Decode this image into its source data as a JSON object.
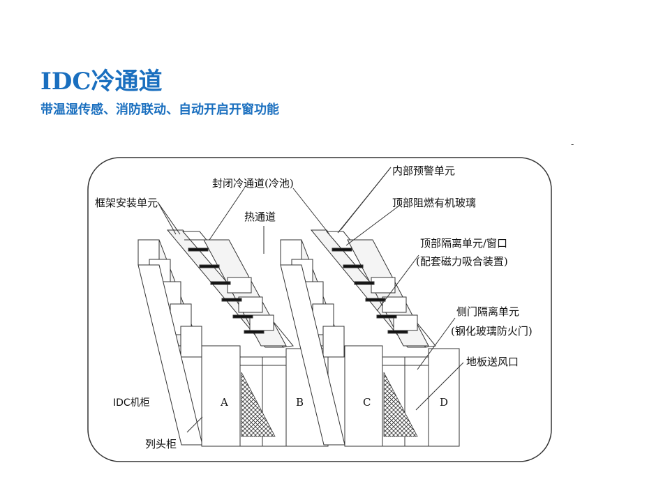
{
  "header": {
    "title": "IDC冷通道",
    "subtitle": "带温湿传感、消防联动、自动开启开窗功能",
    "marker": "-"
  },
  "diagram": {
    "labels": {
      "frame_unit": "框架安装单元",
      "sealed_cold_aisle": "封闭冷通道(冷池)",
      "hot_aisle": "热通道",
      "inner_alarm": "内部预警单元",
      "top_glass": "顶部阻燃有机玻璃",
      "top_isolation_1": "顶部隔离单元/窗口",
      "top_isolation_2": "(配套磁力吸合装置)",
      "side_door_1": "侧门隔离单元",
      "side_door_2": "(钢化玻璃防火门)",
      "floor_vent": "地板送风口",
      "idc_cabinet": "IDC机柜",
      "end_cabinet": "列头柜"
    },
    "row_letters": [
      "A",
      "B",
      "C",
      "D"
    ]
  }
}
